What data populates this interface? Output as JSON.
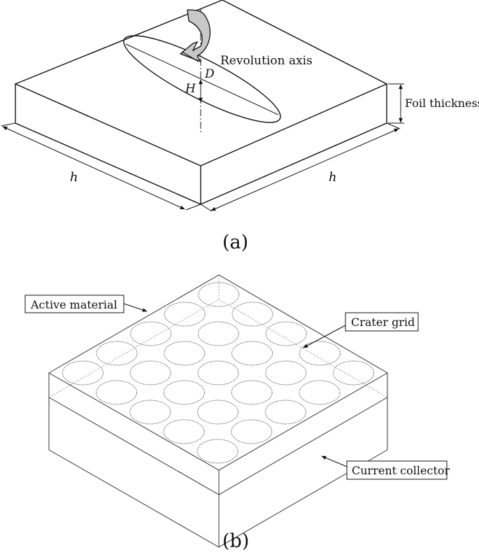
{
  "panel_a": {
    "caption": "(a)",
    "revolution_axis_label": "Revolution axis",
    "foil_thickness_label": "Foil thickness",
    "diameter_symbol": "D",
    "height_symbol": "H",
    "left_edge_symbol": "h",
    "right_edge_symbol": "h"
  },
  "panel_b": {
    "caption": "(b)",
    "active_material_label": "Active material",
    "crater_grid_label": "Crater grid",
    "current_collector_label": "Current collector",
    "crater_grid_size": 5
  },
  "colors": {
    "stroke": "#111111",
    "light_stroke": "#555555",
    "arrow_fill": "#c8c8c8"
  }
}
